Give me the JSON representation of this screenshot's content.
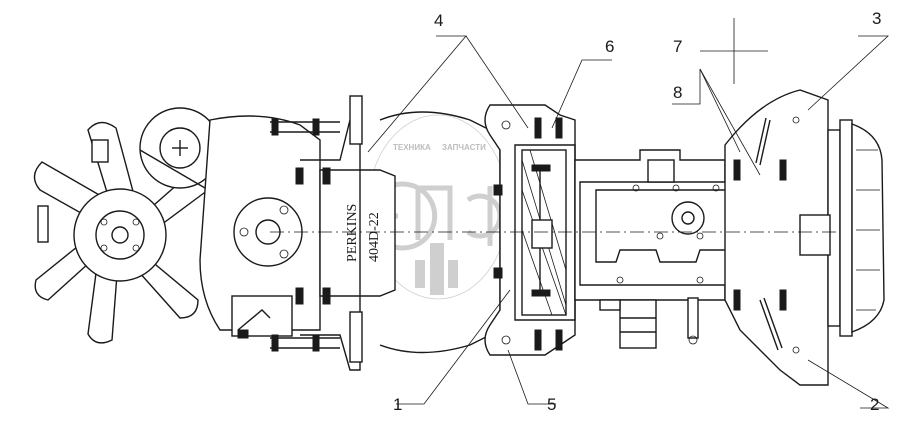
{
  "engine_label": {
    "line1": "PERKINS",
    "line2": "404D-22"
  },
  "watermark": {
    "text_left": "ТЕХНИКА",
    "text_right": "ЗАПЧАСТИ",
    "logo": "ЭПФ"
  },
  "callouts": [
    "1",
    "2",
    "3",
    "4",
    "5",
    "6",
    "7",
    "8"
  ]
}
